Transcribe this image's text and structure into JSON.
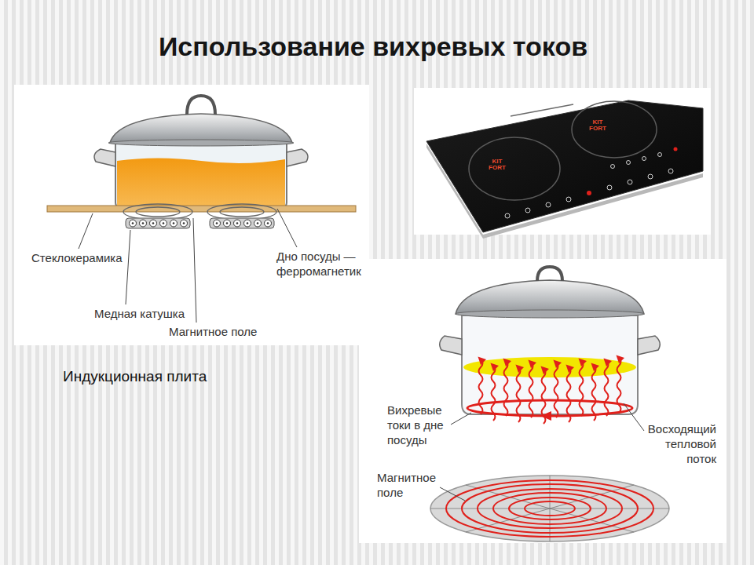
{
  "diagram": {
    "title": "Использование вихревых токов",
    "caption": "Индукционная плита",
    "labels": [
      "Стеклокерамика",
      "Медная катушка",
      "Магнитное поле",
      "Дно посуды — ферромагнетик",
      "KIT FORT",
      "KIT FORT",
      "Вихревые токи в дне посуды",
      "Восходящий тепловой поток",
      "Магнитное поле"
    ]
  }
}
